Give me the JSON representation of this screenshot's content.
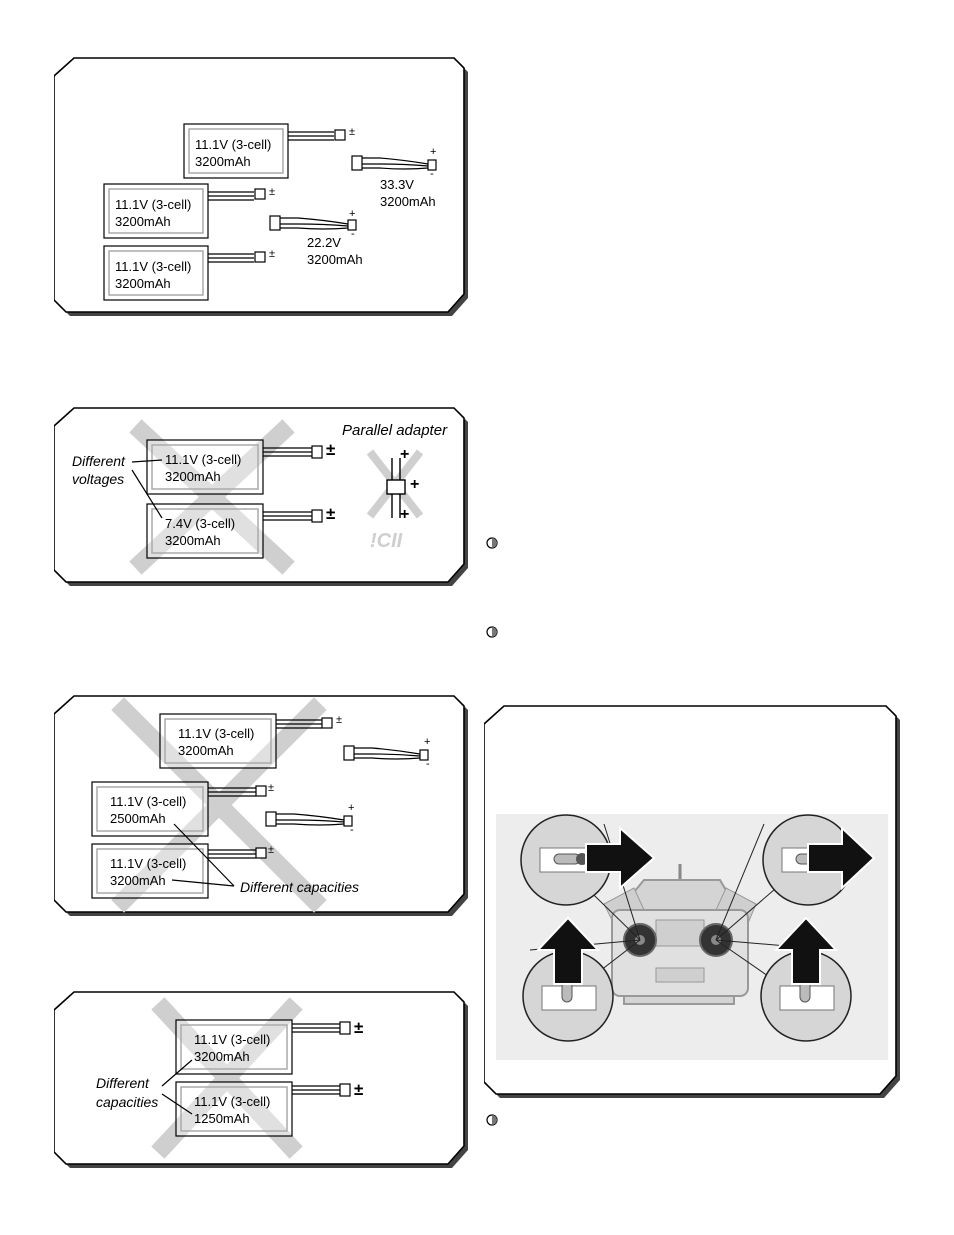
{
  "panel1": {
    "batteries": [
      {
        "voltage": "11.1V (3-cell)",
        "capacity": "3200mAh"
      },
      {
        "voltage": "11.1V (3-cell)",
        "capacity": "3200mAh"
      },
      {
        "voltage": "11.1V (3-cell)",
        "capacity": "3200mAh"
      }
    ],
    "adapter_top": {
      "voltage": "33.3V",
      "capacity": "3200mAh"
    },
    "adapter_bottom": {
      "voltage": "22.2V",
      "capacity": "3200mAh"
    }
  },
  "panel2": {
    "title": "Parallel adapter",
    "annotation": [
      "Different",
      "voltages"
    ],
    "batteries": [
      {
        "voltage": "11.1V (3-cell)",
        "capacity": "3200mAh"
      },
      {
        "voltage": "7.4V (3-cell)",
        "capacity": "3200mAh"
      }
    ],
    "partial_text": "!CII"
  },
  "panel3": {
    "annotation": "Different  capacities",
    "batteries": [
      {
        "voltage": "11.1V (3-cell)",
        "capacity": "3200mAh"
      },
      {
        "voltage": "11.1V (3-cell)",
        "capacity": "2500mAh"
      },
      {
        "voltage": "11.1V (3-cell)",
        "capacity": "3200mAh"
      }
    ]
  },
  "panel4": {
    "annotation": [
      "Different",
      "capacities"
    ],
    "batteries": [
      {
        "voltage": "11.1V (3-cell)",
        "capacity": "3200mAh"
      },
      {
        "voltage": "11.1V (3-cell)",
        "capacity": "1250mAh"
      }
    ]
  },
  "polarity": {
    "plus": "+",
    "minus": "-",
    "plusminus": "±"
  },
  "transmitter_panel": {
    "icon": "transmitter-stick-diagram"
  },
  "bullets": [
    "bullet-icon",
    "bullet-icon",
    "bullet-icon"
  ]
}
